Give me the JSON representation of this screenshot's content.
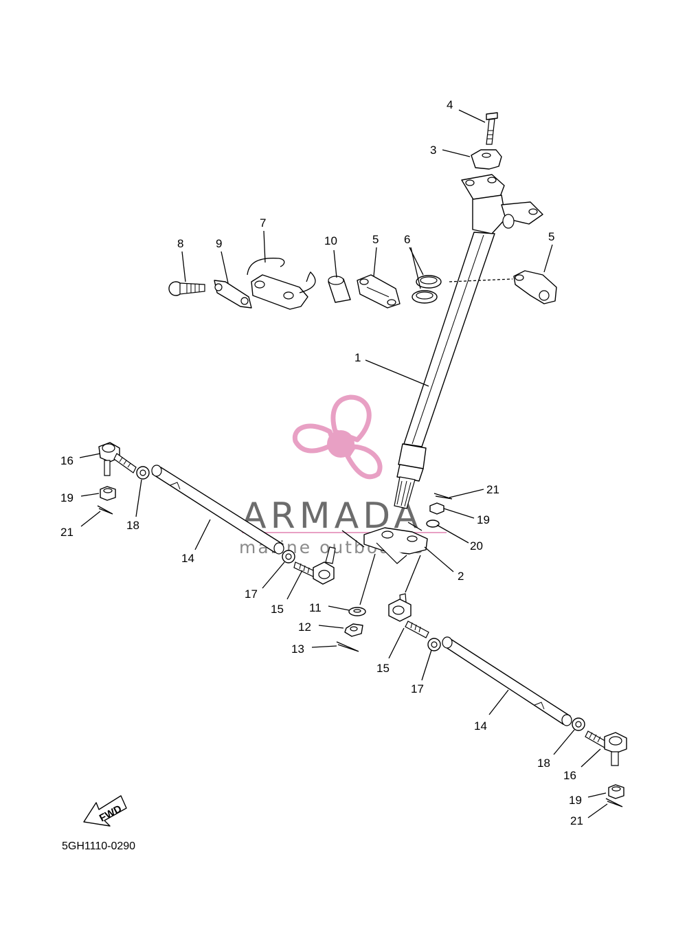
{
  "diagram_code": "5GH1110-0290",
  "fwd_label": "FWD",
  "watermark": {
    "title": "ARMADA",
    "subtitle": "marine outboards",
    "color": "#e8a0c4"
  },
  "callouts": [
    {
      "id": "c4",
      "text": "4"
    },
    {
      "id": "c3",
      "text": "3"
    },
    {
      "id": "c7",
      "text": "7"
    },
    {
      "id": "c8",
      "text": "8"
    },
    {
      "id": "c9",
      "text": "9"
    },
    {
      "id": "c10",
      "text": "10"
    },
    {
      "id": "c5a",
      "text": "5"
    },
    {
      "id": "c6",
      "text": "6"
    },
    {
      "id": "c5b",
      "text": "5"
    },
    {
      "id": "c1",
      "text": "1"
    },
    {
      "id": "c16a",
      "text": "16"
    },
    {
      "id": "c19a",
      "text": "19"
    },
    {
      "id": "c18a",
      "text": "18"
    },
    {
      "id": "c21a",
      "text": "21"
    },
    {
      "id": "c14a",
      "text": "14"
    },
    {
      "id": "c21b",
      "text": "21"
    },
    {
      "id": "c19b",
      "text": "19"
    },
    {
      "id": "c20",
      "text": "20"
    },
    {
      "id": "c2",
      "text": "2"
    },
    {
      "id": "c17a",
      "text": "17"
    },
    {
      "id": "c15a",
      "text": "15"
    },
    {
      "id": "c11",
      "text": "11"
    },
    {
      "id": "c12",
      "text": "12"
    },
    {
      "id": "c13",
      "text": "13"
    },
    {
      "id": "c15b",
      "text": "15"
    },
    {
      "id": "c17b",
      "text": "17"
    },
    {
      "id": "c14b",
      "text": "14"
    },
    {
      "id": "c18b",
      "text": "18"
    },
    {
      "id": "c16b",
      "text": "16"
    },
    {
      "id": "c19c",
      "text": "19"
    },
    {
      "id": "c21c",
      "text": "21"
    }
  ]
}
